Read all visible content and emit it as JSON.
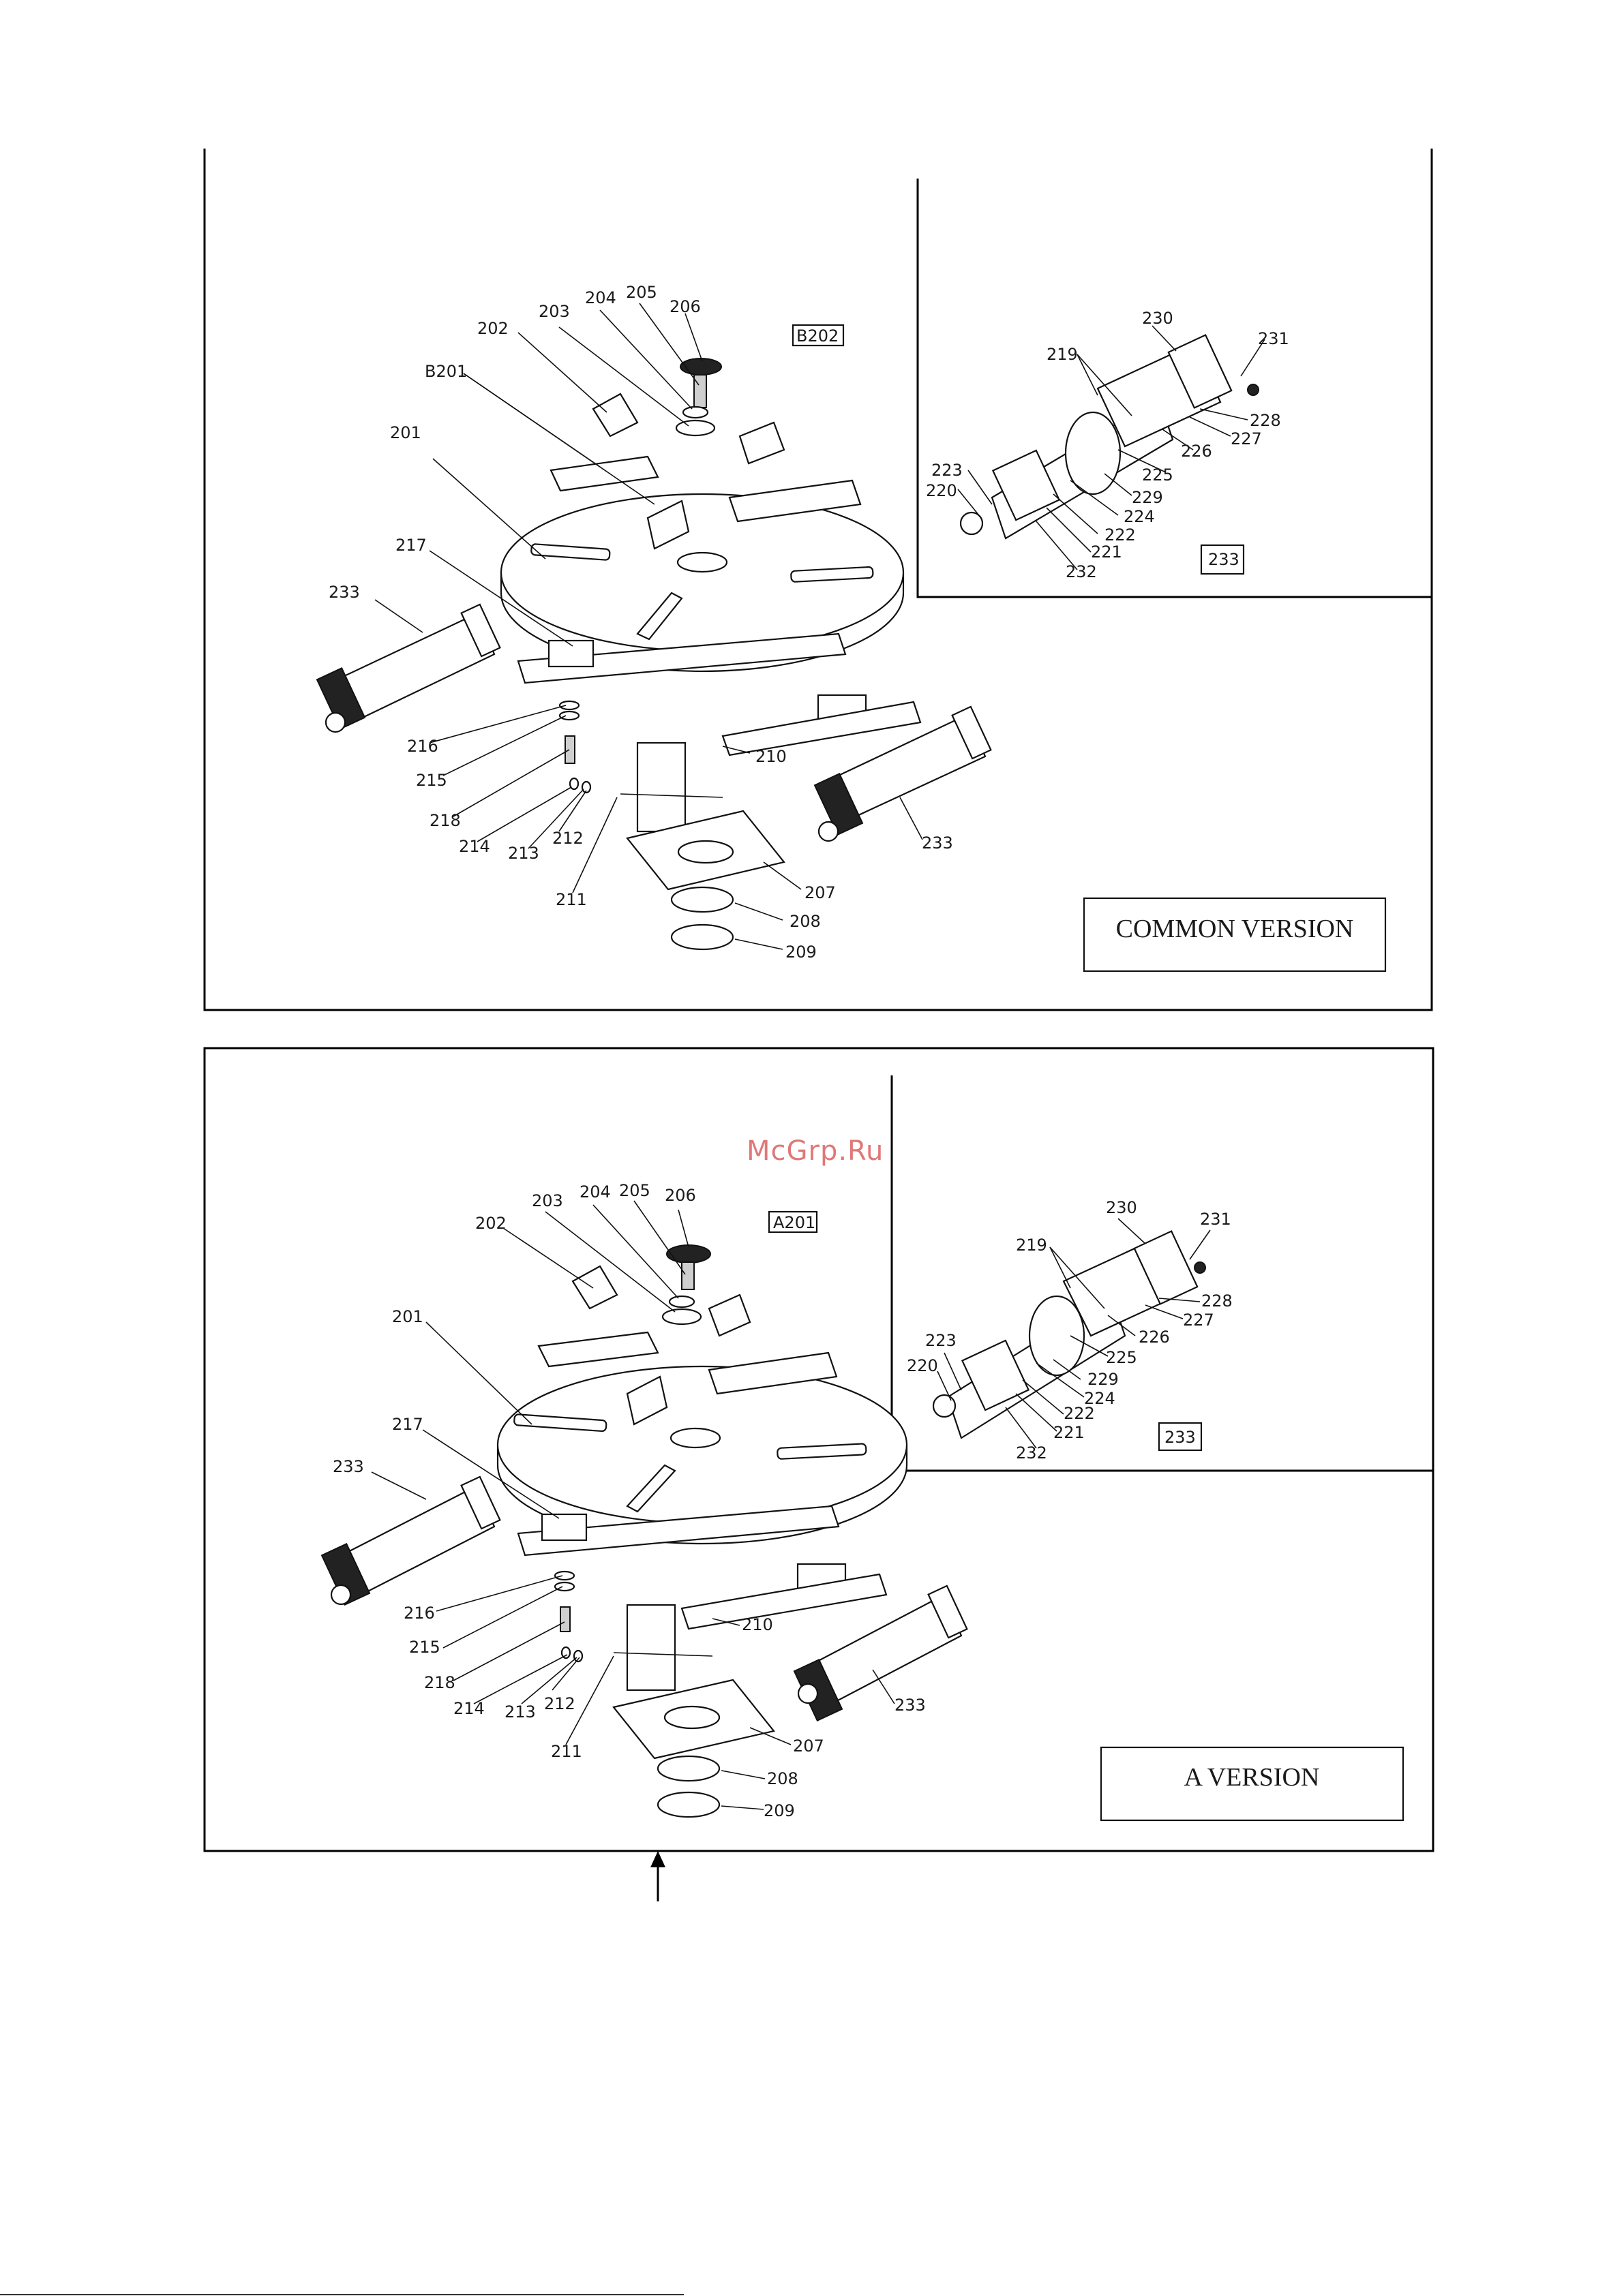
{
  "watermark": "McGrp.Ru",
  "panels": [
    {
      "version_label": "COMMON VERSION",
      "callouts": {
        "p201": "201",
        "p202": "202",
        "p203": "203",
        "p204": "204",
        "p205": "205",
        "p206": "206",
        "p207": "207",
        "p208": "208",
        "p209": "209",
        "p210": "210",
        "p211": "211",
        "p212": "212",
        "p213": "213",
        "p214": "214",
        "p215": "215",
        "p216": "216",
        "p217": "217",
        "p218": "218",
        "p233a": "233",
        "p233b": "233",
        "pB201": "B201",
        "boxed": "B202"
      },
      "inset": {
        "callouts": {
          "p219": "219",
          "p220": "220",
          "p221": "221",
          "p222": "222",
          "p223": "223",
          "p224": "224",
          "p225": "225",
          "p226": "226",
          "p227": "227",
          "p228": "228",
          "p229": "229",
          "p230": "230",
          "p231": "231",
          "p232": "232",
          "boxed": "233"
        }
      }
    },
    {
      "version_label": "A VERSION",
      "callouts": {
        "p201": "201",
        "p202": "202",
        "p203": "203",
        "p204": "204",
        "p205": "205",
        "p206": "206",
        "p207": "207",
        "p208": "208",
        "p209": "209",
        "p210": "210",
        "p211": "211",
        "p212": "212",
        "p213": "213",
        "p214": "214",
        "p215": "215",
        "p216": "216",
        "p217": "217",
        "p218": "218",
        "p233a": "233",
        "p233b": "233",
        "boxed": "A201"
      },
      "inset": {
        "callouts": {
          "p219": "219",
          "p220": "220",
          "p221": "221",
          "p222": "222",
          "p223": "223",
          "p224": "224",
          "p225": "225",
          "p226": "226",
          "p227": "227",
          "p228": "228",
          "p229": "229",
          "p230": "230",
          "p231": "231",
          "p232": "232",
          "boxed": "233"
        }
      }
    }
  ]
}
